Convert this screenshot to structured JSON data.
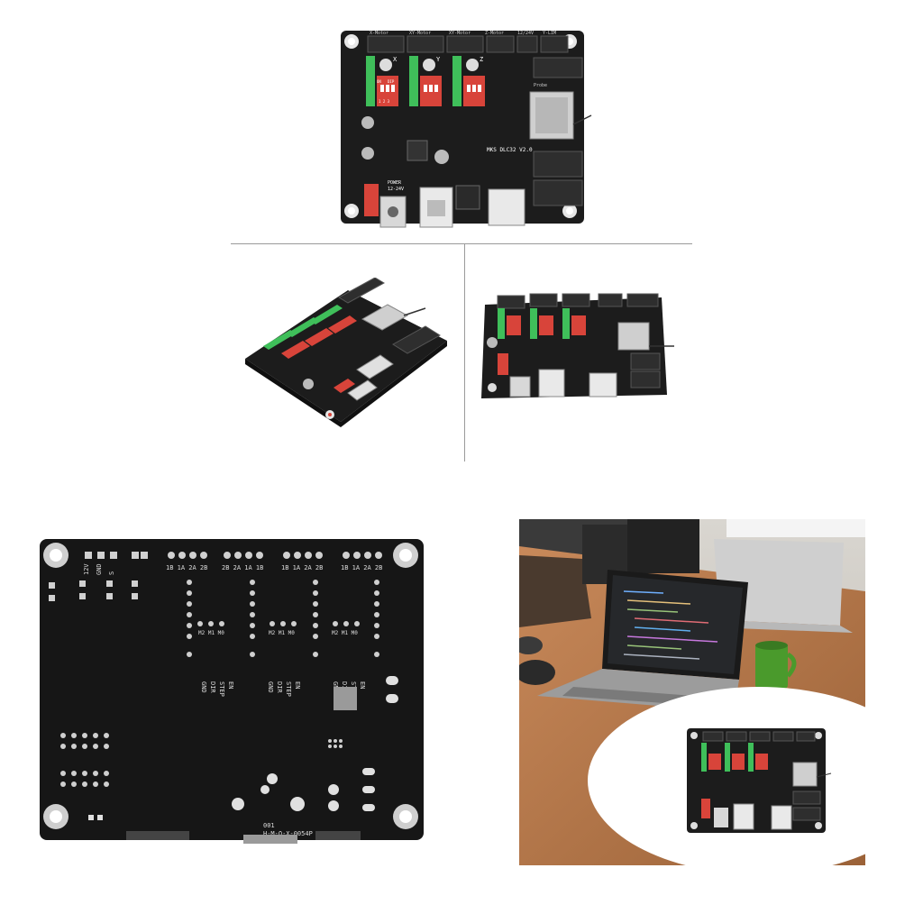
{
  "board_top": {
    "header_labels": [
      "X-Motor",
      "XY-Motor",
      "XY-Motor",
      "Z-Motor",
      "12/24V",
      "Y-LIM"
    ],
    "axis_labels": [
      "X",
      "Y",
      "Z"
    ],
    "dip_labels": [
      "ON",
      "DIP"
    ],
    "dip_numbers": "1 2 3",
    "model_label": "MKS DLC32 V2.0",
    "probe_label": "Probe",
    "power_label": "POWER",
    "voltage_label": "12-24V"
  },
  "board_back": {
    "pin_labels_top_left": [
      "12V",
      "GND",
      "S"
    ],
    "coil_labels_1": "1B 1A 2A 2B",
    "coil_labels_2": "2B 2A 1A 1B",
    "coil_labels_3": "1B 1A 2A 2B",
    "coil_labels_4": "1B 1A 2A 2B",
    "microstep_labels": "M2 M1 M0",
    "driver_labels": [
      "GND",
      "DIR",
      "STEP",
      "EN"
    ],
    "serial_label_1": "001",
    "serial_label_2": "H-M-O-X-0054P"
  },
  "colors": {
    "pcb": "#1c1c1c",
    "terminal_green": "#3fbf5a",
    "dip_red": "#d8443a",
    "connector_white": "#e9e9e9",
    "mug_green": "#4a9a2c",
    "desk_wood": "#b97a4c"
  }
}
